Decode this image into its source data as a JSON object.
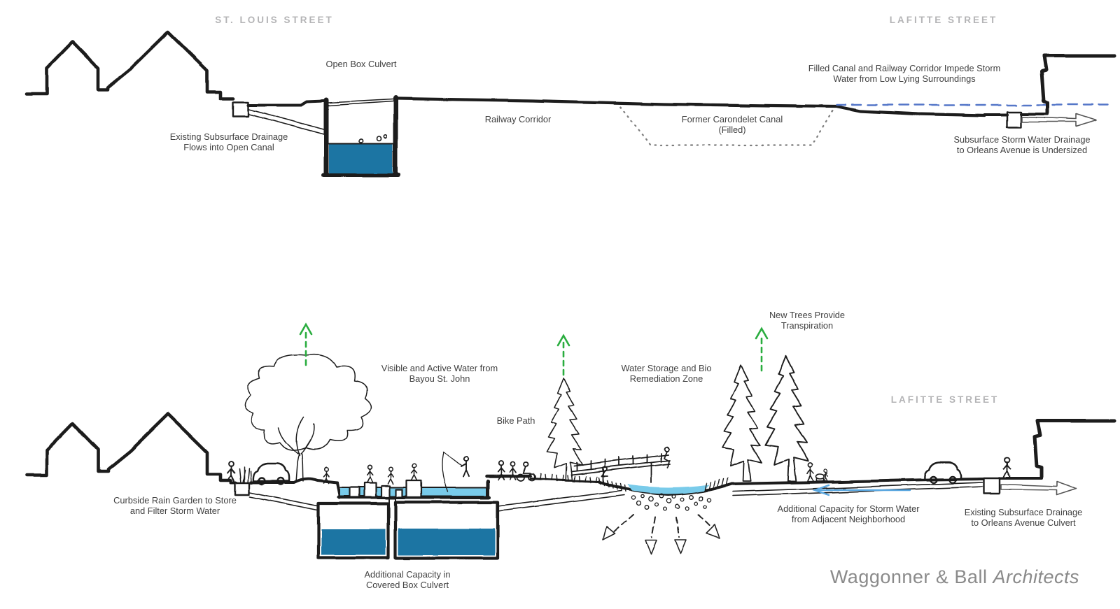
{
  "colors": {
    "sketch_line": "#1a1a1a",
    "label_text": "#404040",
    "street_label": "#b4b4b6",
    "canal_water_deep": "#1e74a3",
    "surface_water": "#79cbea",
    "groundwater_dashed_line": "#5577c8",
    "storm_flow_arrow": "#5aa7e0",
    "transpiration_green": "#2aad3f",
    "footer_text": "#8a8a8a"
  },
  "sections": {
    "existing": {
      "street_left": "ST. LOUIS STREET",
      "street_right": "LAFITTE STREET",
      "labels": {
        "open_box_culvert": "Open Box Culvert",
        "existing_drainage_1": "Existing Subsurface Drainage",
        "existing_drainage_2": "Flows into Open Canal",
        "railway_corridor": "Railway Corridor",
        "former_canal_1": "Former Carondelet Canal",
        "former_canal_2": "(Filled)",
        "filled_canal_1": "Filled Canal and Railway Corridor Impede Storm",
        "filled_canal_2": "Water from Low Lying Surroundings",
        "subsurface_1": "Subsurface Storm Water Drainage",
        "subsurface_2": "to Orleans Avenue is Undersized"
      }
    },
    "proposed": {
      "street_right": "LAFITTE STREET",
      "labels": {
        "new_trees_1": "New Trees Provide",
        "new_trees_2": "Transpiration",
        "visible_water_1": "Visible and Active Water from",
        "visible_water_2": "Bayou St. John",
        "storage_1": "Water Storage and Bio",
        "storage_2": "Remediation Zone",
        "bike_path": "Bike Path",
        "rain_garden_1": "Curbside Rain Garden to Store",
        "rain_garden_2": "and Filter Storm Water",
        "additional_capacity_1": "Additional Capacity for Storm Water",
        "additional_capacity_2": "from Adjacent Neighborhood",
        "existing_drainage_1": "Existing Subsurface Drainage",
        "existing_drainage_2": "to Orleans Avenue Culvert",
        "box_culvert_1": "Additional Capacity in",
        "box_culvert_2": "Covered Box Culvert"
      }
    }
  },
  "footer": {
    "brand": "Waggonner & Ball",
    "brand_italic": "Architects"
  }
}
